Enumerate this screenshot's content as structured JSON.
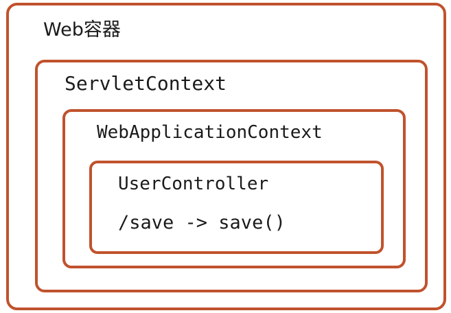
{
  "diagram": {
    "title": "Web container nesting diagram",
    "accent_color": "#c0522d",
    "background_color": "#ffffff",
    "text_color": "#1a1a1a",
    "boxes": [
      {
        "id": "web-container",
        "label": "Web容器",
        "level": 1
      },
      {
        "id": "servlet-context",
        "label": "ServletContext",
        "level": 2
      },
      {
        "id": "web-application-context",
        "label": "WebApplicationContext",
        "level": 3
      },
      {
        "id": "user-controller",
        "label": "UserController",
        "level": 4,
        "mapping": "/save -> save()"
      }
    ]
  }
}
